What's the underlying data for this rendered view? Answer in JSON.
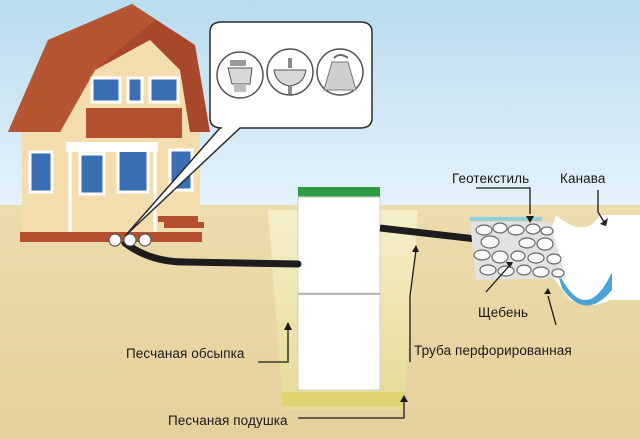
{
  "labels": {
    "geotextile": "Геотекстиль",
    "ditch": "Канава",
    "gravel": "Щебень",
    "perforated_pipe": "Труба перфорированная",
    "sand_backfill": "Песчаная обсыпка",
    "sand_cushion": "Песчаная подушка"
  },
  "icons": [
    "toilet-icon",
    "sink-icon",
    "shower-icon"
  ],
  "colors": {
    "sky": "#c8e6f4",
    "ground": "#e9d9a9",
    "roof": "#a8482a",
    "house_wall": "#f3dcae",
    "window": "#3b6fb3",
    "tank": "#ffffff",
    "tank_lid": "#2e9b45",
    "pipe": "#1d1d1d",
    "water": "#4aa4d8",
    "sand": "#ece5a8"
  }
}
